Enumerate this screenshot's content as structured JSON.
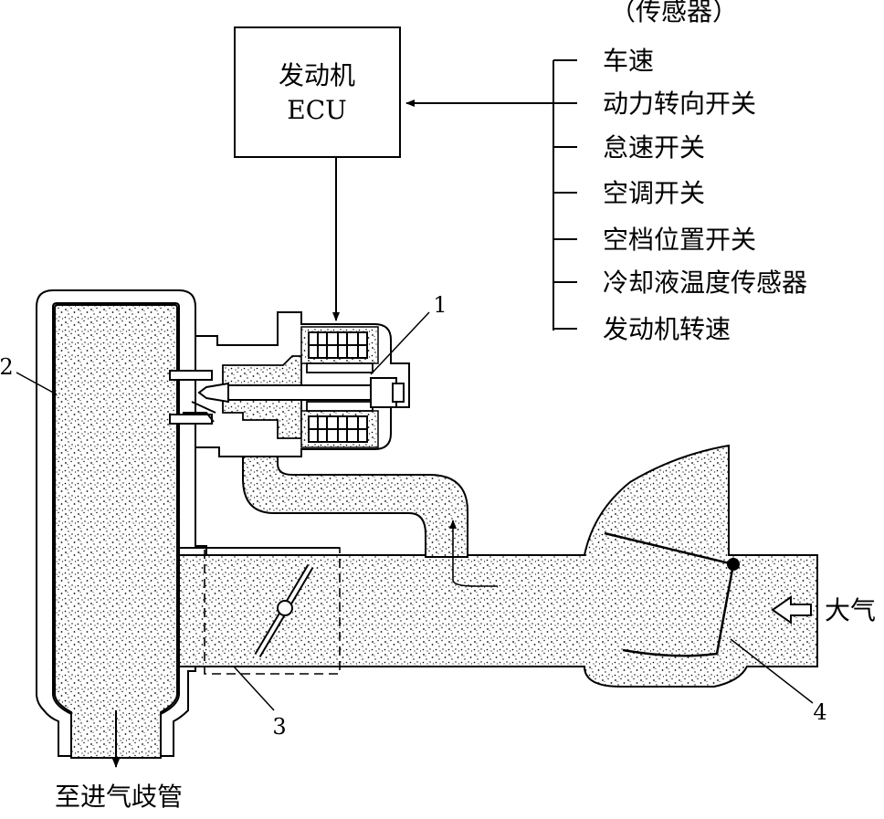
{
  "ecu": {
    "line1": "发动机",
    "line2": "ECU"
  },
  "sensors": {
    "header": "（传感器）",
    "items": [
      "车速",
      "动力转向开关",
      "怠速开关",
      "空调开关",
      "空档位置开关",
      "冷却液温度传感器",
      "发动机转速"
    ]
  },
  "callouts": {
    "n1": "1",
    "n2": "2",
    "n3": "3",
    "n4": "4"
  },
  "air_inlet_label": "大气",
  "outlet_label": "至进气歧管"
}
